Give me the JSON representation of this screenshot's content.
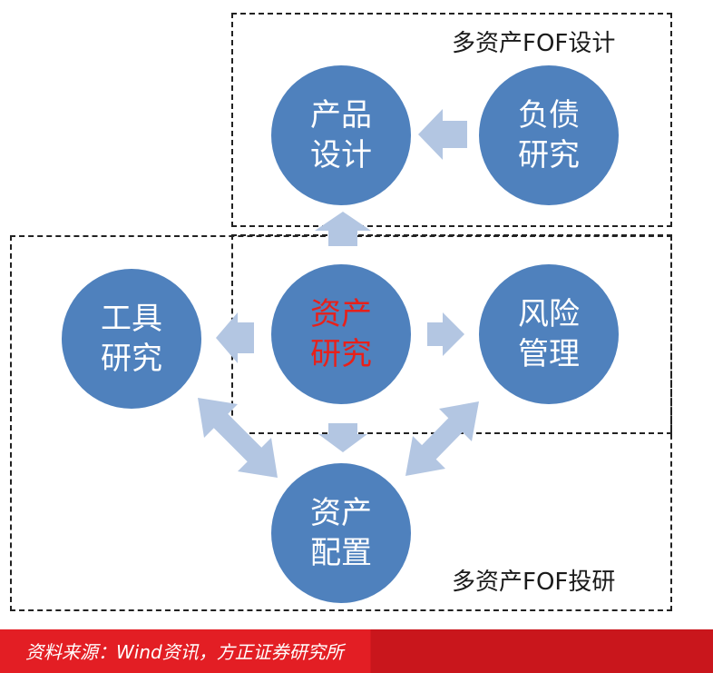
{
  "groups": {
    "design_title": "多资产FOF设计",
    "research_title": "多资产FOF投研"
  },
  "nodes": {
    "product_design": [
      "产品",
      "设计"
    ],
    "debt_research": [
      "负债",
      "研究"
    ],
    "tool_research": [
      "工具",
      "研究"
    ],
    "asset_research": [
      "资产",
      "研究"
    ],
    "risk_management": [
      "风险",
      "管理"
    ],
    "asset_allocation": [
      "资产",
      "配置"
    ]
  },
  "colors": {
    "node": "#4f81bd",
    "arrow": "#b3c6e2",
    "highlight_text": "#e8201a",
    "footer": "#e31e24"
  },
  "footer": {
    "source": "资料来源：Wind资讯，方正证券研究所"
  }
}
